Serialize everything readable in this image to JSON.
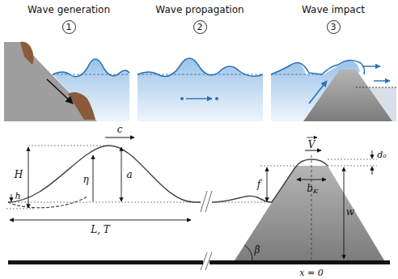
{
  "diagram": {
    "nodes": [
      {
        "text": [
          "1"
        ]
      },
      {
        "text": [
          "2"
        ]
      },
      {
        "text": [
          "3"
        ]
      }
    ],
    "labels": [
      "Wave generation",
      "Wave propagation",
      "Wave impact",
      "c",
      "H",
      "h",
      "η",
      "a",
      "L, T",
      "f",
      "V",
      "d₀",
      "b",
      "K",
      "w",
      "β",
      "x = 0"
    ]
  }
}
